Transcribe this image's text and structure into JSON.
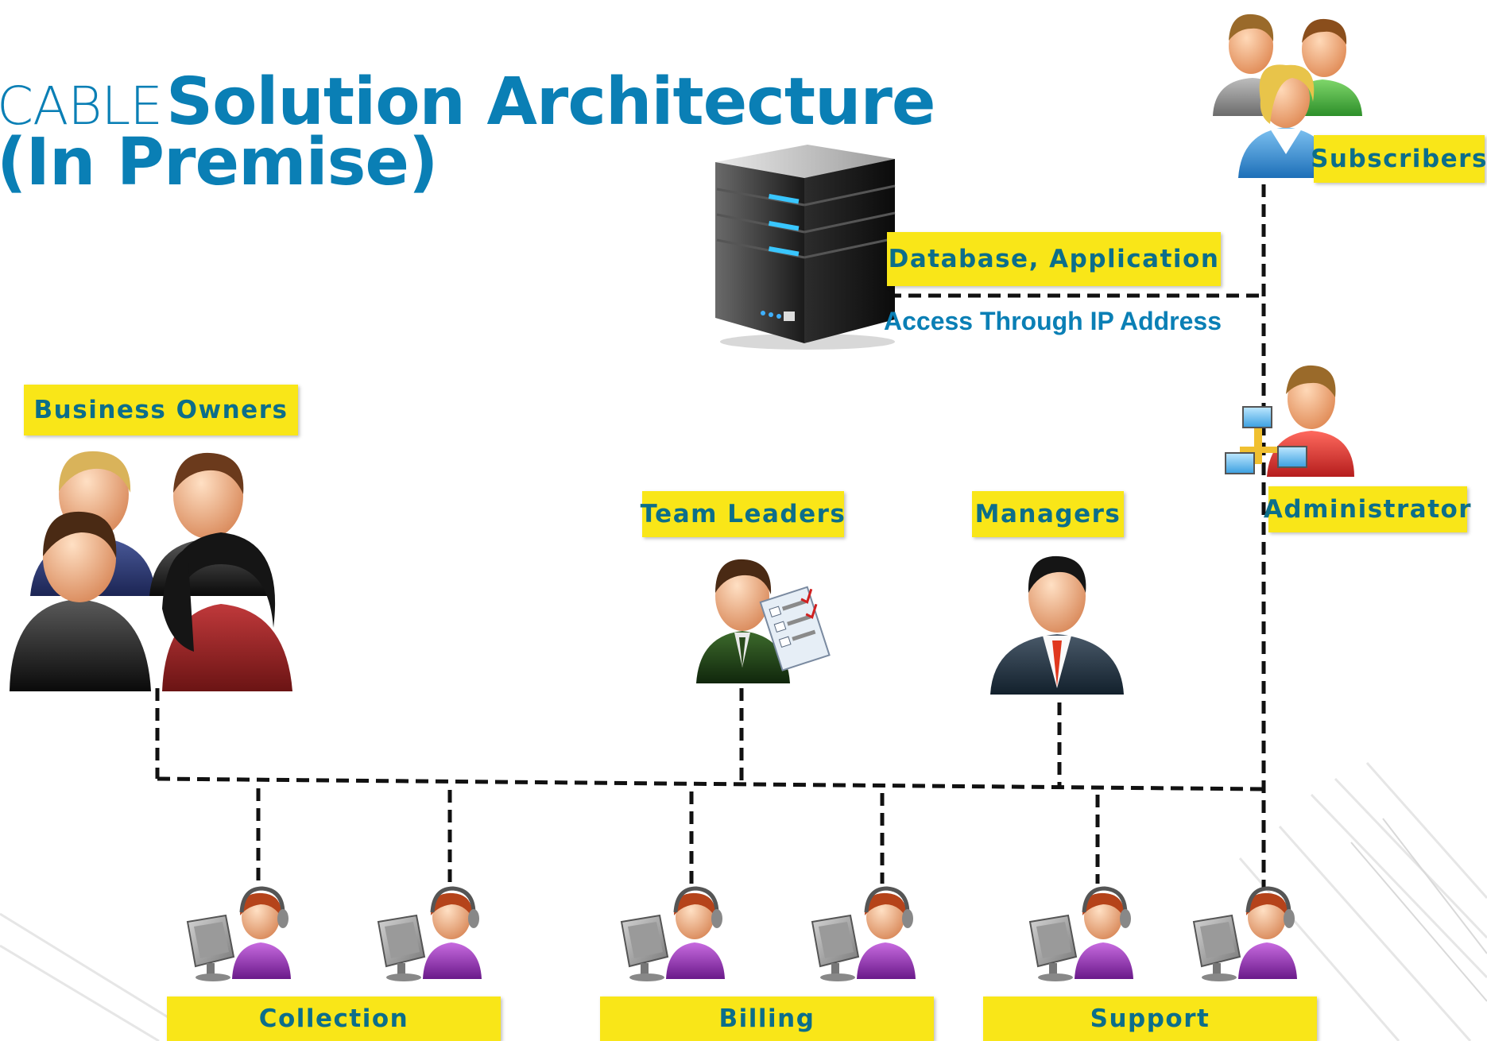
{
  "title": {
    "brand": "CABLE",
    "main": "Solution Architecture",
    "line2": "(In Premise)"
  },
  "nodes": {
    "subscribers": "Subscribers",
    "database": "Database, Application",
    "access_note": "Access Through IP Address",
    "administrator": "Administrator",
    "business_owners": "Business Owners",
    "team_leaders": "Team Leaders",
    "managers": "Managers"
  },
  "departments": {
    "collection": "Collection",
    "billing": "Billing",
    "support": "Support"
  },
  "colors": {
    "title": "#0a7fb5",
    "label_bg": "#f9e618",
    "label_text": "#0c6e8a",
    "connector": "#111111"
  }
}
